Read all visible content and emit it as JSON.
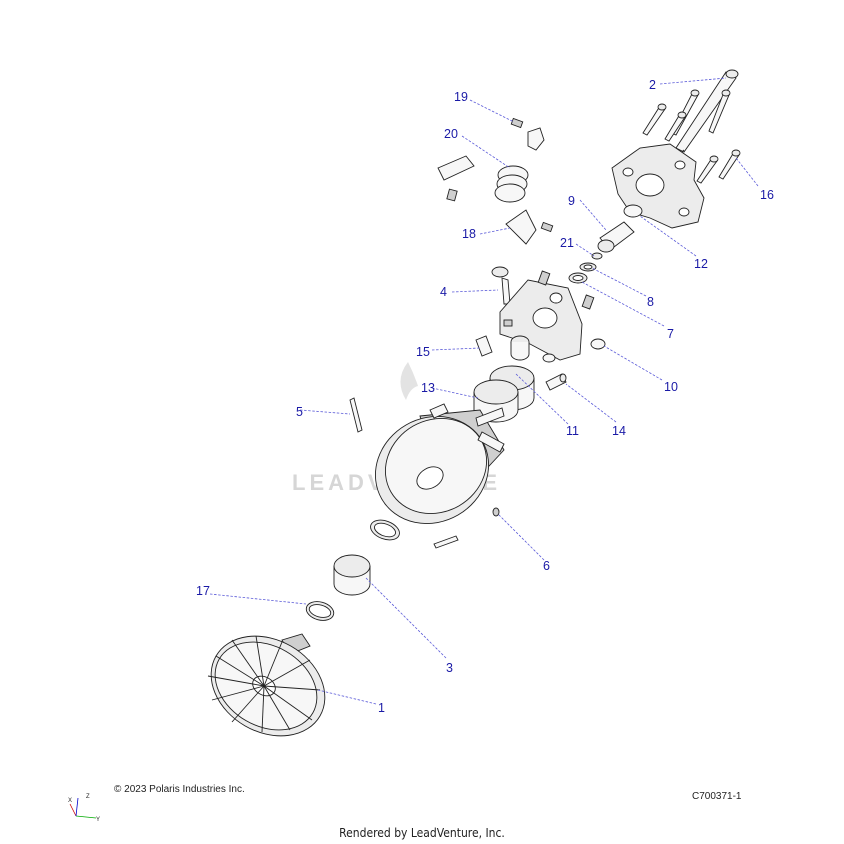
{
  "watermark": "LEADVENTURE",
  "copyright": "© 2023 Polaris Industries Inc.",
  "figure_code": "C700371-1",
  "rendered_by": "Rendered by LeadVenture, Inc.",
  "axis_labels": {
    "x": "X",
    "y": "Y",
    "z": "Z"
  },
  "callouts": {
    "c1": "1",
    "c2": "2",
    "c3": "3",
    "c4": "4",
    "c5": "5",
    "c6": "6",
    "c7": "7",
    "c8": "8",
    "c9": "9",
    "c10": "10",
    "c11": "11",
    "c12": "12",
    "c13": "13",
    "c14": "14",
    "c15": "15",
    "c16": "16",
    "c17": "17",
    "c18": "18",
    "c19": "19",
    "c20": "20",
    "c21": "21"
  },
  "colors": {
    "callout": "#1a1aa6",
    "leader": "#5a5ad8",
    "watermark": "#d6d6d6"
  }
}
